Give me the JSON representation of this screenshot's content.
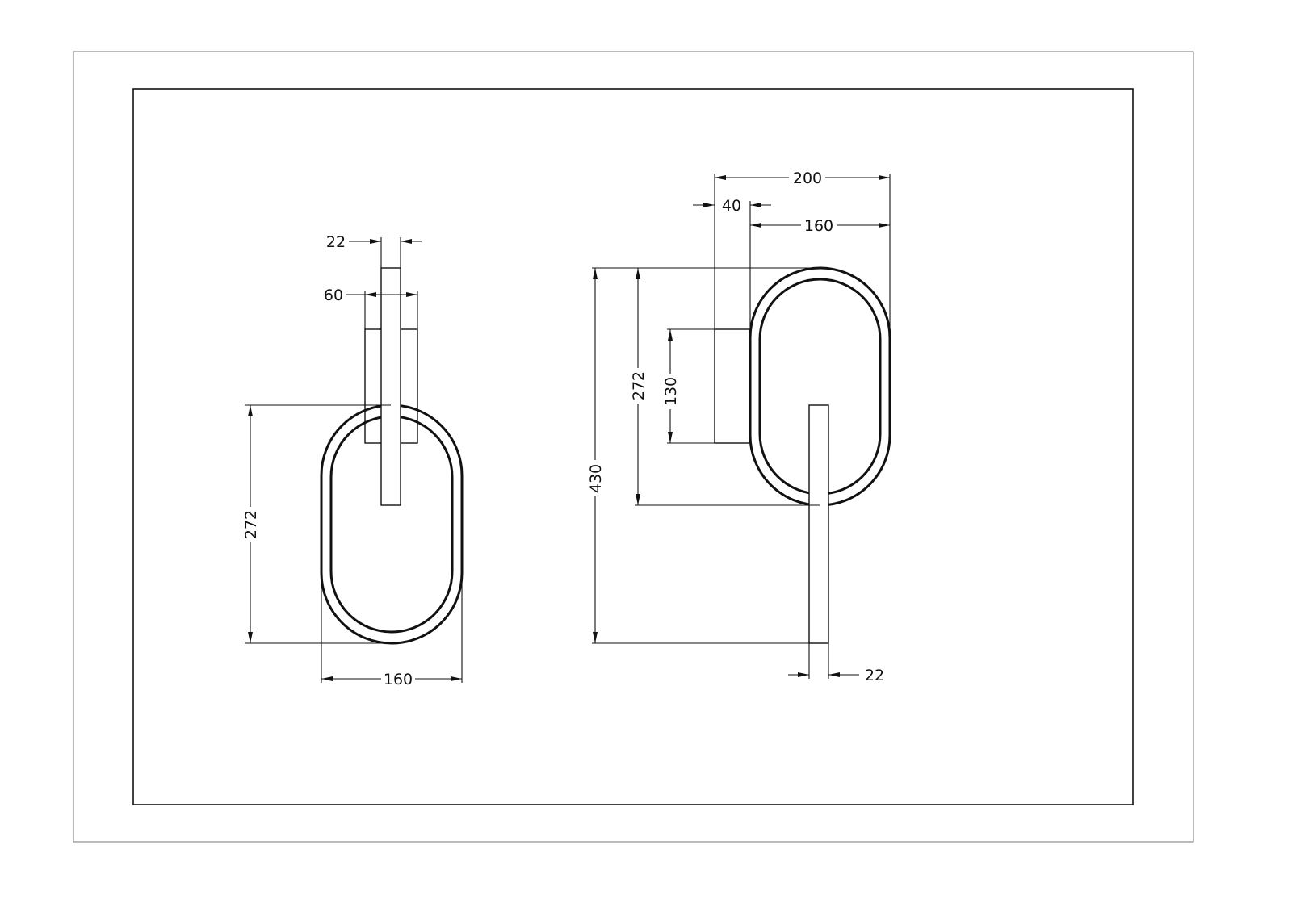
{
  "drawing": {
    "left_view": {
      "bar_width": "22",
      "backplate_width": "60",
      "ring_height": "272",
      "ring_width": "160"
    },
    "right_view": {
      "overall_depth": "200",
      "backplate_depth": "40",
      "ring_width": "160",
      "overall_height": "430",
      "ring_height": "272",
      "backplate_height": "130",
      "bar_width": "22"
    }
  }
}
